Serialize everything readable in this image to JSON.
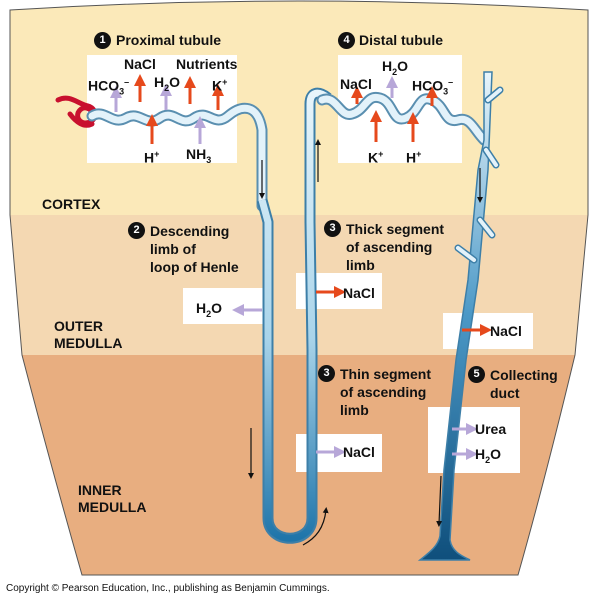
{
  "regions": {
    "cortex": "CORTEX",
    "outer_medulla_1": "OUTER",
    "outer_medulla_2": "MEDULLA",
    "inner_medulla_1": "INNER",
    "inner_medulla_2": "MEDULLA"
  },
  "steps": {
    "s1": {
      "num": "1",
      "title": "Proximal tubule"
    },
    "s2": {
      "num": "2",
      "line1": "Descending",
      "line2": "limb of",
      "line3": "loop of Henle"
    },
    "s3a": {
      "num": "3",
      "line1": "Thick segment",
      "line2": "of ascending",
      "line3": "limb"
    },
    "s3b": {
      "num": "3",
      "line1": "Thin segment",
      "line2": "of ascending",
      "line3": "limb"
    },
    "s4": {
      "num": "4",
      "title": "Distal tubule"
    },
    "s5": {
      "num": "5",
      "line1": "Collecting",
      "line2": "duct"
    }
  },
  "substances": {
    "proximal_out": {
      "nacl": "NaCl",
      "nutrients": "Nutrients",
      "hco3": "HCO",
      "h2o": "H",
      "k": "K"
    },
    "proximal_in": {
      "h": "H",
      "nh3": "NH"
    },
    "distal_out": {
      "nacl": "NaCl",
      "h2o": "H",
      "hco3": "HCO"
    },
    "distal_in": {
      "k": "K",
      "h": "H"
    },
    "descending": {
      "h2o": "H"
    },
    "thick": {
      "nacl": "NaCl"
    },
    "thin": {
      "nacl": "NaCl"
    },
    "duct": {
      "nacl": "NaCl",
      "urea": "Urea",
      "h2o": "H"
    }
  },
  "colors": {
    "cortex": "#fbe9b9",
    "outer_medulla": "#f4d8b2",
    "inner_medulla": "#e8ae80",
    "active_transport": "#e6491c",
    "passive_transport": "#b7a7d8",
    "tubule_light": "#d8eef8",
    "tubule_dark": "#1b6a9b"
  },
  "copyright": "Copyright © Pearson Education, Inc., publishing as Benjamin Cummings."
}
